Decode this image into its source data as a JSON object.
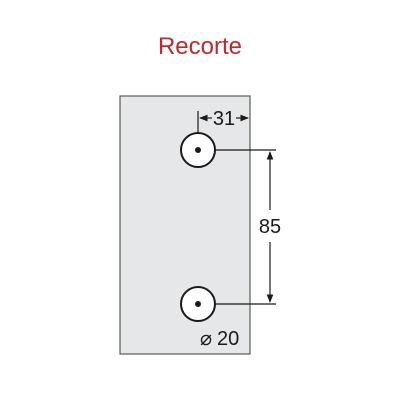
{
  "title": "Recorte",
  "colors": {
    "title": "#c0282d",
    "plate_fill": "#e6e7e9",
    "plate_stroke": "#5a5a5a",
    "line": "#1a1a1a",
    "hole_fill": "#ffffff"
  },
  "dimensions": {
    "edge_offset": "31",
    "hole_spacing": "85",
    "hole_diameter": "20",
    "diameter_symbol": "⌀"
  }
}
